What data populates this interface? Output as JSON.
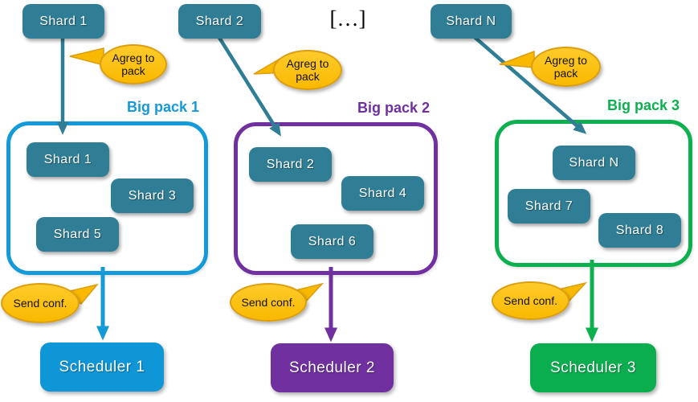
{
  "palette": {
    "teal": "#2F7E95",
    "blue": "#1499D9",
    "blue_fill": "#0E96D6",
    "purple": "#7030A0",
    "green": "#0CB04F",
    "green_fill": "#0BAE4F",
    "orange": "#F9B900",
    "orange_light": "#FFCB2B",
    "orange_border": "#DC9E10"
  },
  "ellipsis_label": "[…]",
  "bubble_labels": {
    "aggregate": "Agreg to pack",
    "send": "Send conf."
  },
  "columns": [
    {
      "source_shard_label": "Shard 1",
      "pack_label": "Big pack 1",
      "pack_shards": [
        "Shard 1",
        "Shard 3",
        "Shard 5"
      ],
      "scheduler_label": "Scheduler 1"
    },
    {
      "source_shard_label": "Shard 2",
      "pack_label": "Big pack 2",
      "pack_shards": [
        "Shard 2",
        "Shard 4",
        "Shard 6"
      ],
      "scheduler_label": "Scheduler 2"
    },
    {
      "source_shard_label": "Shard N",
      "pack_label": "Big pack 3",
      "pack_shards": [
        "Shard N",
        "Shard 7",
        "Shard 8"
      ],
      "scheduler_label": "Scheduler 3"
    }
  ]
}
